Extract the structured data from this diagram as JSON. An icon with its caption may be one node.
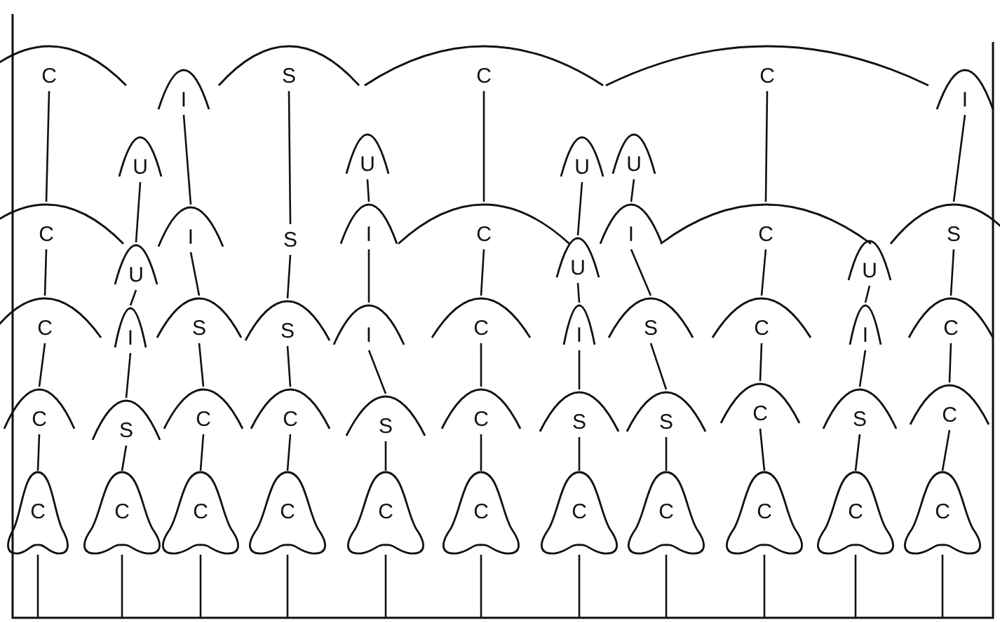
{
  "diagram": {
    "nodes": [
      {
        "text": [
          "C"
        ]
      },
      {
        "text": [
          "I"
        ]
      },
      {
        "text": [
          "S"
        ]
      },
      {
        "text": [
          "C"
        ]
      },
      {
        "text": [
          "C"
        ]
      },
      {
        "text": [
          "I"
        ]
      },
      {
        "text": [
          "U"
        ]
      },
      {
        "text": [
          "U"
        ]
      },
      {
        "text": [
          "U"
        ]
      },
      {
        "text": [
          "U"
        ]
      },
      {
        "text": [
          "C"
        ]
      },
      {
        "text": [
          "I"
        ]
      },
      {
        "text": [
          "S"
        ]
      },
      {
        "text": [
          "I"
        ]
      },
      {
        "text": [
          "C"
        ]
      },
      {
        "text": [
          "I"
        ]
      },
      {
        "text": [
          "C"
        ]
      },
      {
        "text": [
          "S"
        ]
      },
      {
        "text": [
          "U"
        ]
      },
      {
        "text": [
          "U"
        ]
      },
      {
        "text": [
          "U"
        ]
      },
      {
        "text": [
          "C"
        ]
      },
      {
        "text": [
          "I"
        ]
      },
      {
        "text": [
          "S"
        ]
      },
      {
        "text": [
          "S"
        ]
      },
      {
        "text": [
          "I"
        ]
      },
      {
        "text": [
          "C"
        ]
      },
      {
        "text": [
          "I"
        ]
      },
      {
        "text": [
          "S"
        ]
      },
      {
        "text": [
          "C"
        ]
      },
      {
        "text": [
          "I"
        ]
      },
      {
        "text": [
          "C"
        ]
      },
      {
        "text": [
          "C"
        ]
      },
      {
        "text": [
          "S"
        ]
      },
      {
        "text": [
          "C"
        ]
      },
      {
        "text": [
          "C"
        ]
      },
      {
        "text": [
          "S"
        ]
      },
      {
        "text": [
          "C"
        ]
      },
      {
        "text": [
          "S"
        ]
      },
      {
        "text": [
          "S"
        ]
      },
      {
        "text": [
          "C"
        ]
      },
      {
        "text": [
          "S"
        ]
      },
      {
        "text": [
          "C"
        ]
      },
      {
        "text": [
          "C"
        ]
      },
      {
        "text": [
          "C"
        ]
      },
      {
        "text": [
          "C"
        ]
      },
      {
        "text": [
          "C"
        ]
      },
      {
        "text": [
          "C"
        ]
      },
      {
        "text": [
          "C"
        ]
      },
      {
        "text": [
          "C"
        ]
      },
      {
        "text": [
          "C"
        ]
      },
      {
        "text": [
          "C"
        ]
      },
      {
        "text": [
          "C"
        ]
      },
      {
        "text": [
          "C"
        ]
      }
    ],
    "edges": [
      {
        "from": 32,
        "to": 43,
        "arrow": "none"
      },
      {
        "from": 21,
        "to": 32,
        "arrow": "none"
      },
      {
        "from": 10,
        "to": 21,
        "arrow": "none"
      },
      {
        "from": 0,
        "to": 10,
        "arrow": "none"
      },
      {
        "from": 33,
        "to": 44,
        "arrow": "none"
      },
      {
        "from": 22,
        "to": 33,
        "arrow": "none"
      },
      {
        "from": 18,
        "to": 22,
        "arrow": "none"
      },
      {
        "from": 6,
        "to": 18,
        "arrow": "none"
      },
      {
        "from": 34,
        "to": 45,
        "arrow": "none"
      },
      {
        "from": 23,
        "to": 34,
        "arrow": "none"
      },
      {
        "from": 11,
        "to": 23,
        "arrow": "none"
      },
      {
        "from": 1,
        "to": 11,
        "arrow": "none"
      },
      {
        "from": 35,
        "to": 46,
        "arrow": "none"
      },
      {
        "from": 24,
        "to": 35,
        "arrow": "none"
      },
      {
        "from": 12,
        "to": 24,
        "arrow": "none"
      },
      {
        "from": 2,
        "to": 12,
        "arrow": "none"
      },
      {
        "from": 36,
        "to": 47,
        "arrow": "none"
      },
      {
        "from": 25,
        "to": 36,
        "arrow": "none"
      },
      {
        "from": 13,
        "to": 25,
        "arrow": "none"
      },
      {
        "from": 7,
        "to": 13,
        "arrow": "none"
      },
      {
        "from": 37,
        "to": 48,
        "arrow": "none"
      },
      {
        "from": 26,
        "to": 37,
        "arrow": "none"
      },
      {
        "from": 14,
        "to": 26,
        "arrow": "none"
      },
      {
        "from": 3,
        "to": 14,
        "arrow": "none"
      },
      {
        "from": 38,
        "to": 49,
        "arrow": "none"
      },
      {
        "from": 27,
        "to": 38,
        "arrow": "none"
      },
      {
        "from": 19,
        "to": 27,
        "arrow": "none"
      },
      {
        "from": 8,
        "to": 19,
        "arrow": "none"
      },
      {
        "from": 39,
        "to": 50,
        "arrow": "none"
      },
      {
        "from": 28,
        "to": 39,
        "arrow": "none"
      },
      {
        "from": 15,
        "to": 28,
        "arrow": "none"
      },
      {
        "from": 9,
        "to": 15,
        "arrow": "none"
      },
      {
        "from": 40,
        "to": 51,
        "arrow": "none"
      },
      {
        "from": 29,
        "to": 40,
        "arrow": "none"
      },
      {
        "from": 16,
        "to": 29,
        "arrow": "none"
      },
      {
        "from": 4,
        "to": 16,
        "arrow": "none"
      },
      {
        "from": 41,
        "to": 52,
        "arrow": "none"
      },
      {
        "from": 30,
        "to": 41,
        "arrow": "none"
      },
      {
        "from": 20,
        "to": 30,
        "arrow": "none"
      },
      {
        "from": 42,
        "to": 53,
        "arrow": "none"
      },
      {
        "from": 31,
        "to": 42,
        "arrow": "none"
      },
      {
        "from": 17,
        "to": 31,
        "arrow": "none"
      },
      {
        "from": 5,
        "to": 17,
        "arrow": "none"
      },
      {
        "from": 43,
        "to": null,
        "arrow": "none"
      },
      {
        "from": 44,
        "to": null,
        "arrow": "none"
      },
      {
        "from": 45,
        "to": null,
        "arrow": "none"
      },
      {
        "from": 46,
        "to": null,
        "arrow": "none"
      },
      {
        "from": 47,
        "to": null,
        "arrow": "none"
      },
      {
        "from": 48,
        "to": null,
        "arrow": "none"
      },
      {
        "from": 49,
        "to": null,
        "arrow": "none"
      },
      {
        "from": 50,
        "to": null,
        "arrow": "none"
      },
      {
        "from": 51,
        "to": null,
        "arrow": "none"
      },
      {
        "from": 52,
        "to": null,
        "arrow": "none"
      },
      {
        "from": 53,
        "to": null,
        "arrow": "none"
      }
    ]
  }
}
